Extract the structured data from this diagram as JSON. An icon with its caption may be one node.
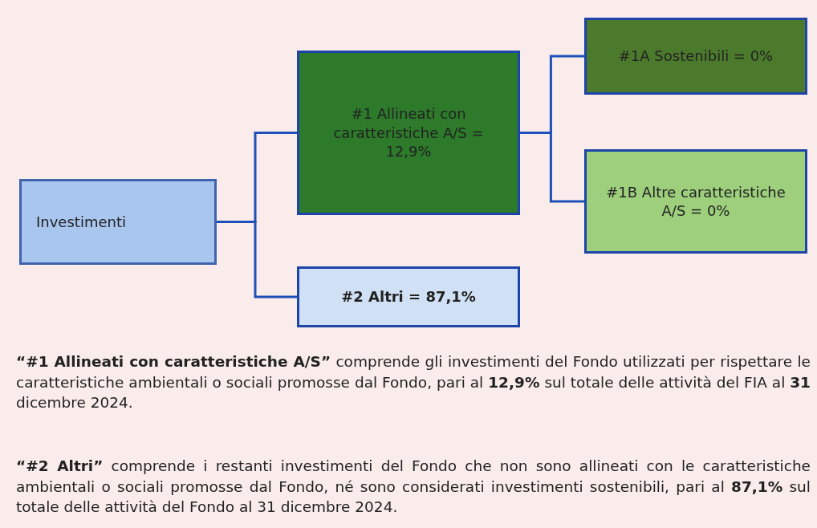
{
  "diagram": {
    "nodes": [
      {
        "text": [
          "Investimenti"
        ]
      },
      {
        "text": [
          "#1 Allineati con caratteristiche A/S = 12,9%"
        ]
      },
      {
        "text": [
          "#2 Altri = 87,1%"
        ]
      },
      {
        "text": [
          "#1A Sostenibili = 0%"
        ]
      },
      {
        "text": [
          "#1B Altre caratteristiche A/S = 0%"
        ]
      }
    ],
    "edges": [
      {
        "from": 0,
        "to": 1,
        "arrow": "none"
      },
      {
        "from": 0,
        "to": 2,
        "arrow": "none"
      },
      {
        "from": 1,
        "to": 3,
        "arrow": "none"
      },
      {
        "from": 1,
        "to": 4,
        "arrow": "none"
      }
    ],
    "labels": [
      "**“#1 Allineati con caratteristiche A/S”** comprende gli investimenti del Fondo utilizzati per rispettare le caratteristiche ambientali o sociali promosse dal Fondo, pari al **12,9%** sul totale delle attività del FIA al **31** dicembre 2024.",
      "**“#2 Altri”** comprende i restanti investimenti del Fondo che non sono allineati con le caratteristiche ambientali o sociali promosse dal Fondo, né sono considerati investimenti sostenibili, pari al **87,1%** sul totale delle attività del Fondo al 31 dicembre 2024."
    ]
  }
}
